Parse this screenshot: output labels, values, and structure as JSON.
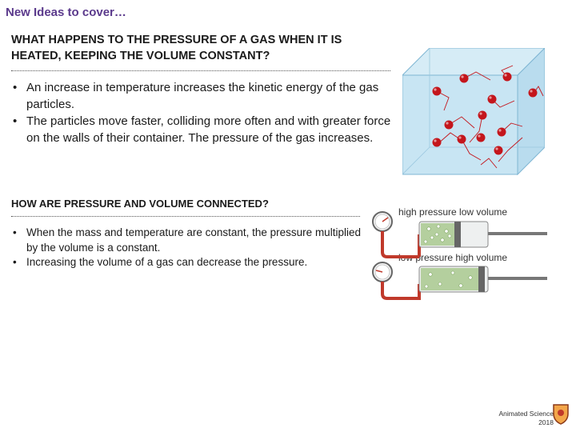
{
  "slide": {
    "title": "New Ideas to cover…"
  },
  "section1": {
    "heading": "WHAT HAPPENS TO THE PRESSURE OF A GAS WHEN IT IS HEATED, KEEPING THE VOLUME CONSTANT?",
    "bullets": [
      "An increase in temperature increases the kinetic energy of the gas particles.",
      "The particles move faster, colliding more often and with greater force on the walls of their container. The pressure of the gas increases."
    ]
  },
  "section2": {
    "heading": "HOW ARE PRESSURE AND VOLUME CONNECTED?",
    "bullets": [
      "When the mass and temperature are constant, the pressure multiplied by the volume is a constant.",
      "Increasing the volume of a gas can decrease the pressure."
    ]
  },
  "diagram": {
    "top_label": "high pressure   low volume",
    "bottom_label": "low pressure   high volume"
  },
  "footer": {
    "line1": "Animated Science",
    "line2": "2018"
  },
  "colors": {
    "title": "#5b3a8c",
    "particle": "#c4161c",
    "tube": "#c0392b"
  }
}
